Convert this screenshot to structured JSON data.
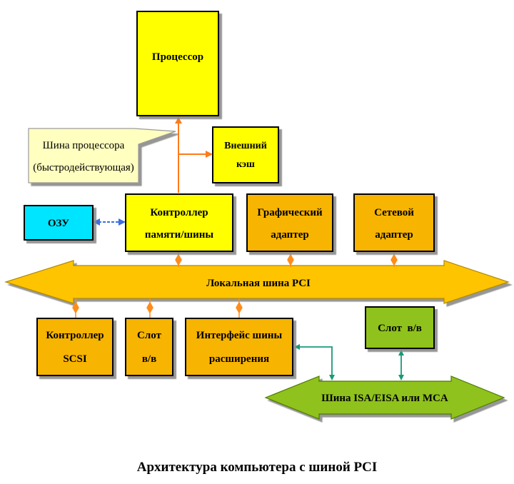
{
  "colors": {
    "yellow": "#ffff00",
    "orange_box": "#f7b400",
    "pci_bus": "#ffc400",
    "isa_bus": "#8fc21a",
    "isa_slot": "#8fc21a",
    "ram": "#00e5ff",
    "callout": "#ffffbf",
    "link_orange": "#ff7a1a",
    "link_blue": "#3b6fe0",
    "link_green": "#1a9977",
    "connector_orange": "#ff8c1a"
  },
  "nodes": {
    "cpu": "Процессор",
    "cache": [
      "Внешний",
      "кэш"
    ],
    "callout": [
      "Шина процессора",
      "(быстродействующая)"
    ],
    "ram": "ОЗУ",
    "mem_ctrl": [
      "Контроллер",
      "памяти/шины"
    ],
    "gfx": [
      "Графический",
      "адаптер"
    ],
    "net": [
      "Сетевой",
      "адаптер"
    ],
    "pci_bus": "Локальная шина PCI",
    "scsi": [
      "Контроллер",
      "SCSI"
    ],
    "io_slot": [
      "Слот",
      "в/в"
    ],
    "bridge": [
      "Интерфейс шины",
      "расширения"
    ],
    "isa_slot": "Слот  в/в",
    "isa_bus": "Шина ISA/EISA или MCA"
  },
  "caption": "Архитектура компьютера с шиной PCI"
}
